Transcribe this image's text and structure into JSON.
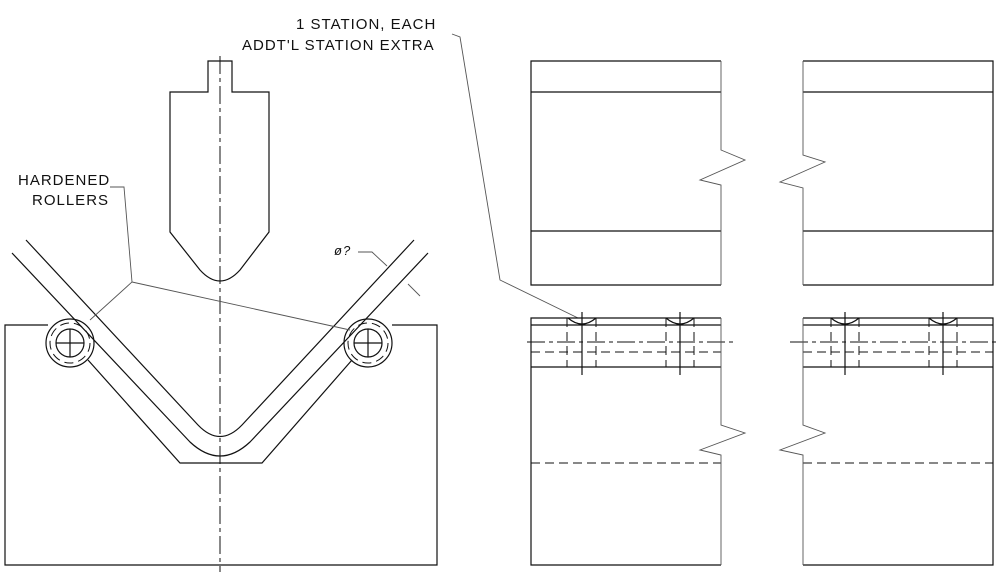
{
  "labels": {
    "station_line1": "1 STATION, EACH",
    "station_line2": "ADDT'L STATION EXTRA",
    "rollers_line1": "HARDENED",
    "rollers_line2": "ROLLERS",
    "diameter": "ø?"
  }
}
